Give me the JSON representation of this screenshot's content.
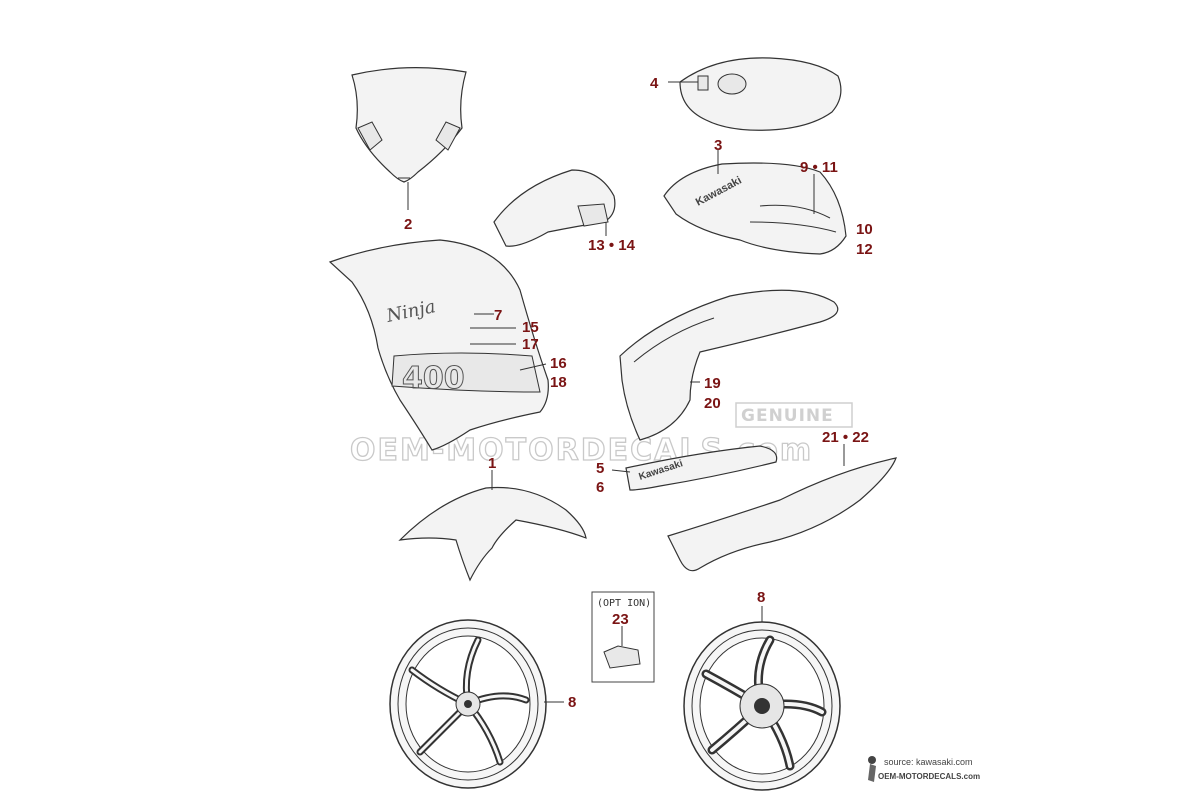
{
  "watermark": {
    "brand": "OEM-MOTORDECALS.com",
    "badge": "GENUINE"
  },
  "option_box": {
    "label": "(OPT ION)",
    "number": "23"
  },
  "callouts": {
    "windscreen": "2",
    "fuel_tank": "4",
    "tank_cover": "3",
    "tank_cover_stripe": "9 • 11",
    "tank_cover_lower_a": "10",
    "tank_cover_lower_b": "12",
    "front_cowl": "13 • 14",
    "fairing_ninja": "7",
    "fairing_15": "15",
    "fairing_17": "17",
    "fairing_16": "16",
    "fairing_18": "18",
    "front_fender": "1",
    "under_cowl_a": "19",
    "under_cowl_b": "20",
    "tail_cowl": "21 • 22",
    "seat_cover_a": "5",
    "seat_cover_b": "6",
    "wheel_front": "8",
    "wheel_rear": "8"
  },
  "part_text": {
    "tank_brand": "Kawasaki",
    "fairing_script": "Ninja",
    "fairing_graphic": "400",
    "seat_brand": "Kawasaki"
  },
  "source_line_1": "source: kawasaki.com",
  "source_line_2": "OEM-MOTORDECALS.com",
  "colors": {
    "callout": "#7a1414",
    "lines": "#333333",
    "watermark": "#c9c9c9"
  }
}
